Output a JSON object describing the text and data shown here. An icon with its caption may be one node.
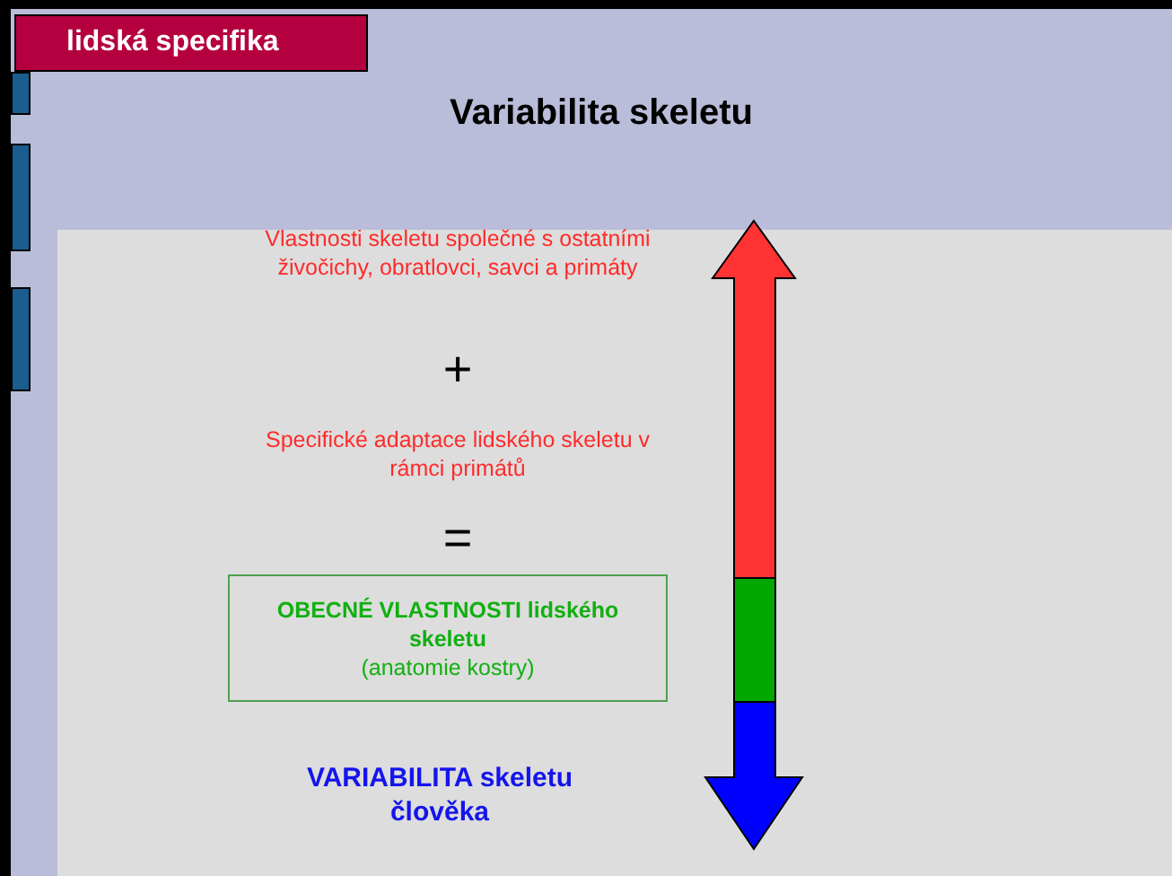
{
  "diagram": {
    "title": "Variabilita skeletu",
    "nodes": [
      {
        "text": [
          "lidská specifika"
        ]
      },
      {
        "text": [
          "OBECNÉ VLASTNOSTI lidského skeletu",
          "(anatomie kostry)"
        ]
      }
    ],
    "edges": [],
    "labels": [
      "Vlastnosti skeletu společné s ostatními živočichy, obratlovci, savci a primáty",
      "+",
      "Specifické adaptace lidského skeletu v rámci primátů",
      "=",
      "VARIABILITA skeletu člověka"
    ]
  }
}
